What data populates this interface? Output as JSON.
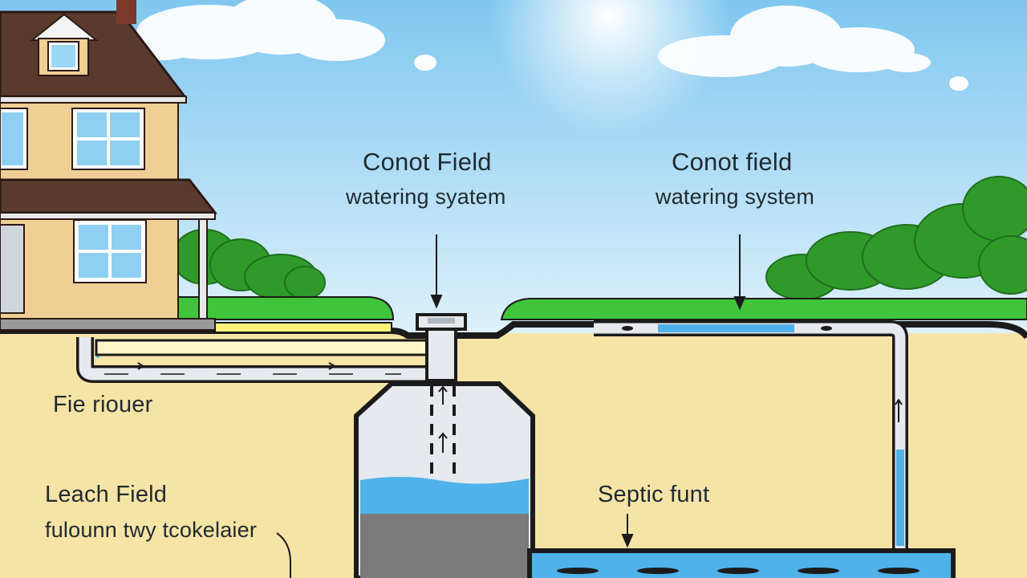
{
  "labels": {
    "center_title": "Conot Field",
    "center_subtitle": "watering syatem",
    "right_title": "Conot field",
    "right_subtitle": "watering system",
    "fie_riouer": "Fie riouer",
    "leach_field": "Leach Field",
    "leach_subtitle": "fulounn twy tcokelaier",
    "septic": "Septic funt"
  },
  "colors": {
    "sky": "#bfe3f7",
    "soil": "#f6e4a6",
    "grass": "#3fc43a",
    "water": "#4fb2ea",
    "pipe": "#e6e9ee",
    "outline": "#1b1b1b",
    "house_wall": "#f0cf94",
    "roof": "#5b3a2e"
  }
}
